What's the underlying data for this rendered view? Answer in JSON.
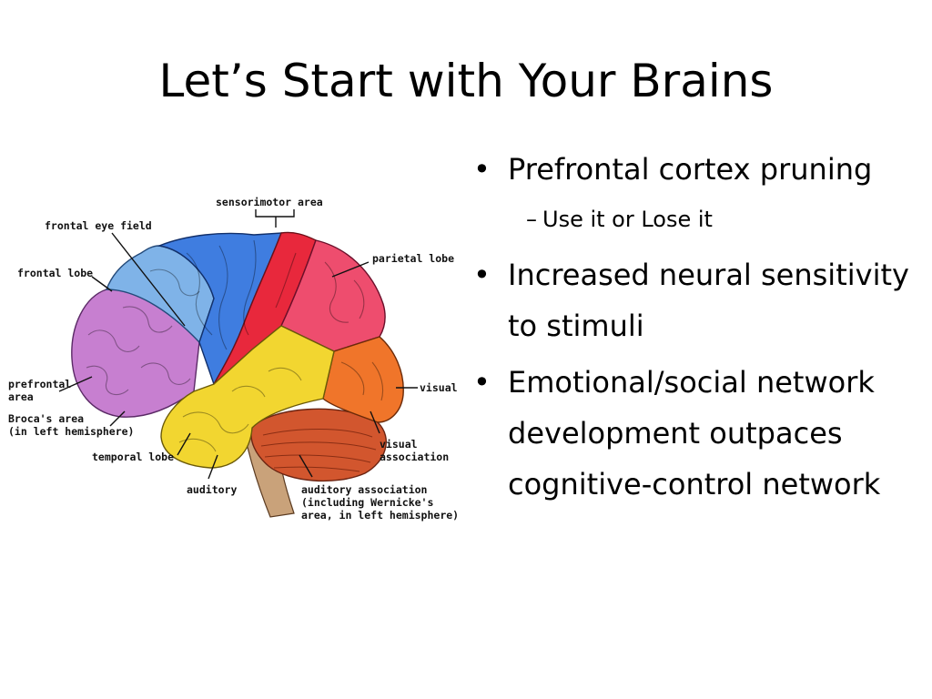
{
  "slide": {
    "title": "Let’s Start with Your Brains",
    "bullets": [
      {
        "text": "Prefrontal cortex pruning",
        "sub": "Use it or Lose it"
      },
      {
        "text": "Increased neural sensitivity to stimuli"
      },
      {
        "text": "Emotional/social network development outpaces cognitive-control network"
      }
    ],
    "bullet_glyph": "•",
    "sub_glyph": "–"
  },
  "figure": {
    "labels": {
      "sensorimotor": "sensorimotor area",
      "frontal_eye": "frontal eye field",
      "frontal_lobe": "frontal lobe",
      "parietal": "parietal lobe",
      "prefrontal_1": "prefrontal",
      "prefrontal_2": "area",
      "visual": "visual",
      "broca_1": "Broca's area",
      "broca_2": "(in left hemisphere)",
      "visual_assoc_1": "visual",
      "visual_assoc_2": "association",
      "temporal": "temporal lobe",
      "auditory": "auditory",
      "aud_assoc_1": "auditory association",
      "aud_assoc_2": "(including Wernicke's",
      "aud_assoc_3": "area, in left hemisphere)"
    },
    "colors": {
      "frontal": "#c77fd0",
      "eye_field": "#7fb3e8",
      "motor": "#3f7de0",
      "sensory": "#e8283c",
      "parietal": "#ee4d6e",
      "temporal": "#f2d630",
      "occipital": "#f0752a",
      "cerebellum": "#d2562e",
      "stem": "#c9a27a"
    }
  }
}
